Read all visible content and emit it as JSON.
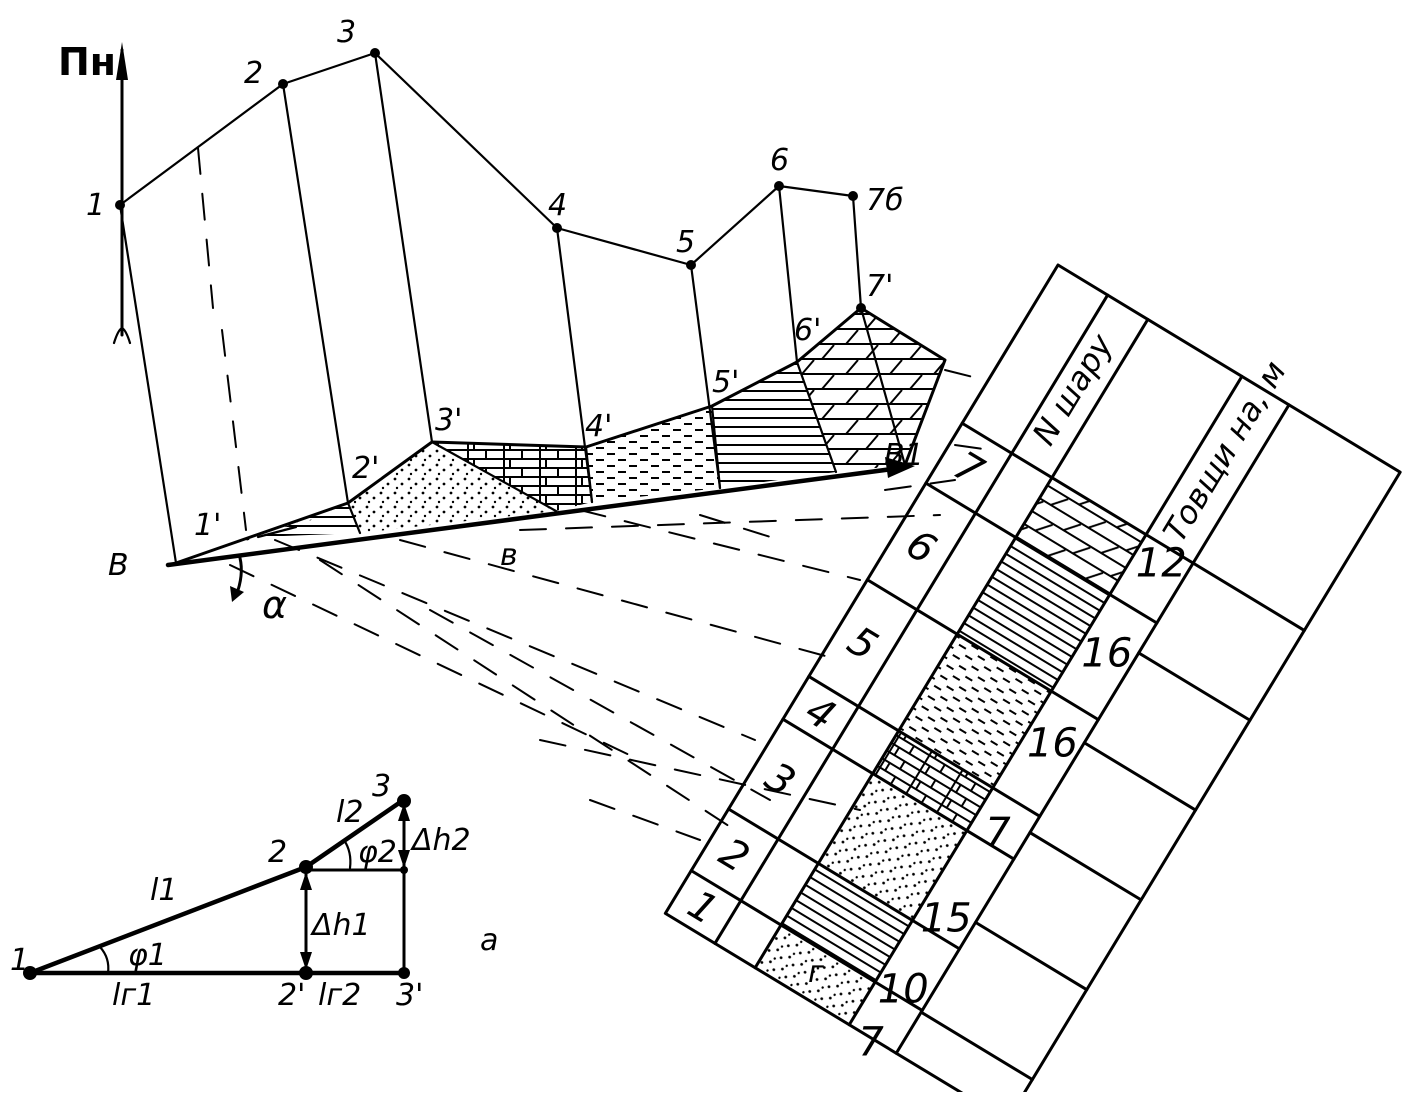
{
  "north": {
    "label": "Пн"
  },
  "profile": {
    "surface_points": [
      "1",
      "2",
      "3",
      "4",
      "5",
      "6",
      "7б"
    ],
    "base_points": [
      "1'",
      "2'",
      "3'",
      "4'",
      "5'",
      "6'",
      "7'"
    ],
    "start_label": "В",
    "end_label": "В1",
    "angle_label": "α",
    "panel_label": "в"
  },
  "inset": {
    "panel_label": "а",
    "points": [
      "1",
      "2",
      "3",
      "2'",
      "3'"
    ],
    "l1": "l1",
    "l2": "l2",
    "lg1": "lг1",
    "lg2": "lг2",
    "phi1": "φ1",
    "phi2": "φ2",
    "dh1": "Δh1",
    "dh2": "Δh2"
  },
  "column": {
    "panel_label": "г",
    "header_layer": "N шару",
    "header_thickness": "Товщи на, м",
    "layers": [
      {
        "n": "7",
        "thickness": "12",
        "pattern": "limestone"
      },
      {
        "n": "6",
        "thickness": "16",
        "pattern": "hatch"
      },
      {
        "n": "5",
        "thickness": "16",
        "pattern": "dash"
      },
      {
        "n": "4",
        "thickness": "7",
        "pattern": "brick"
      },
      {
        "n": "3",
        "thickness": "15",
        "pattern": "sand"
      },
      {
        "n": "2",
        "thickness": "10",
        "pattern": "hatch"
      },
      {
        "n": "1",
        "thickness": "7",
        "pattern": "sand"
      }
    ]
  }
}
